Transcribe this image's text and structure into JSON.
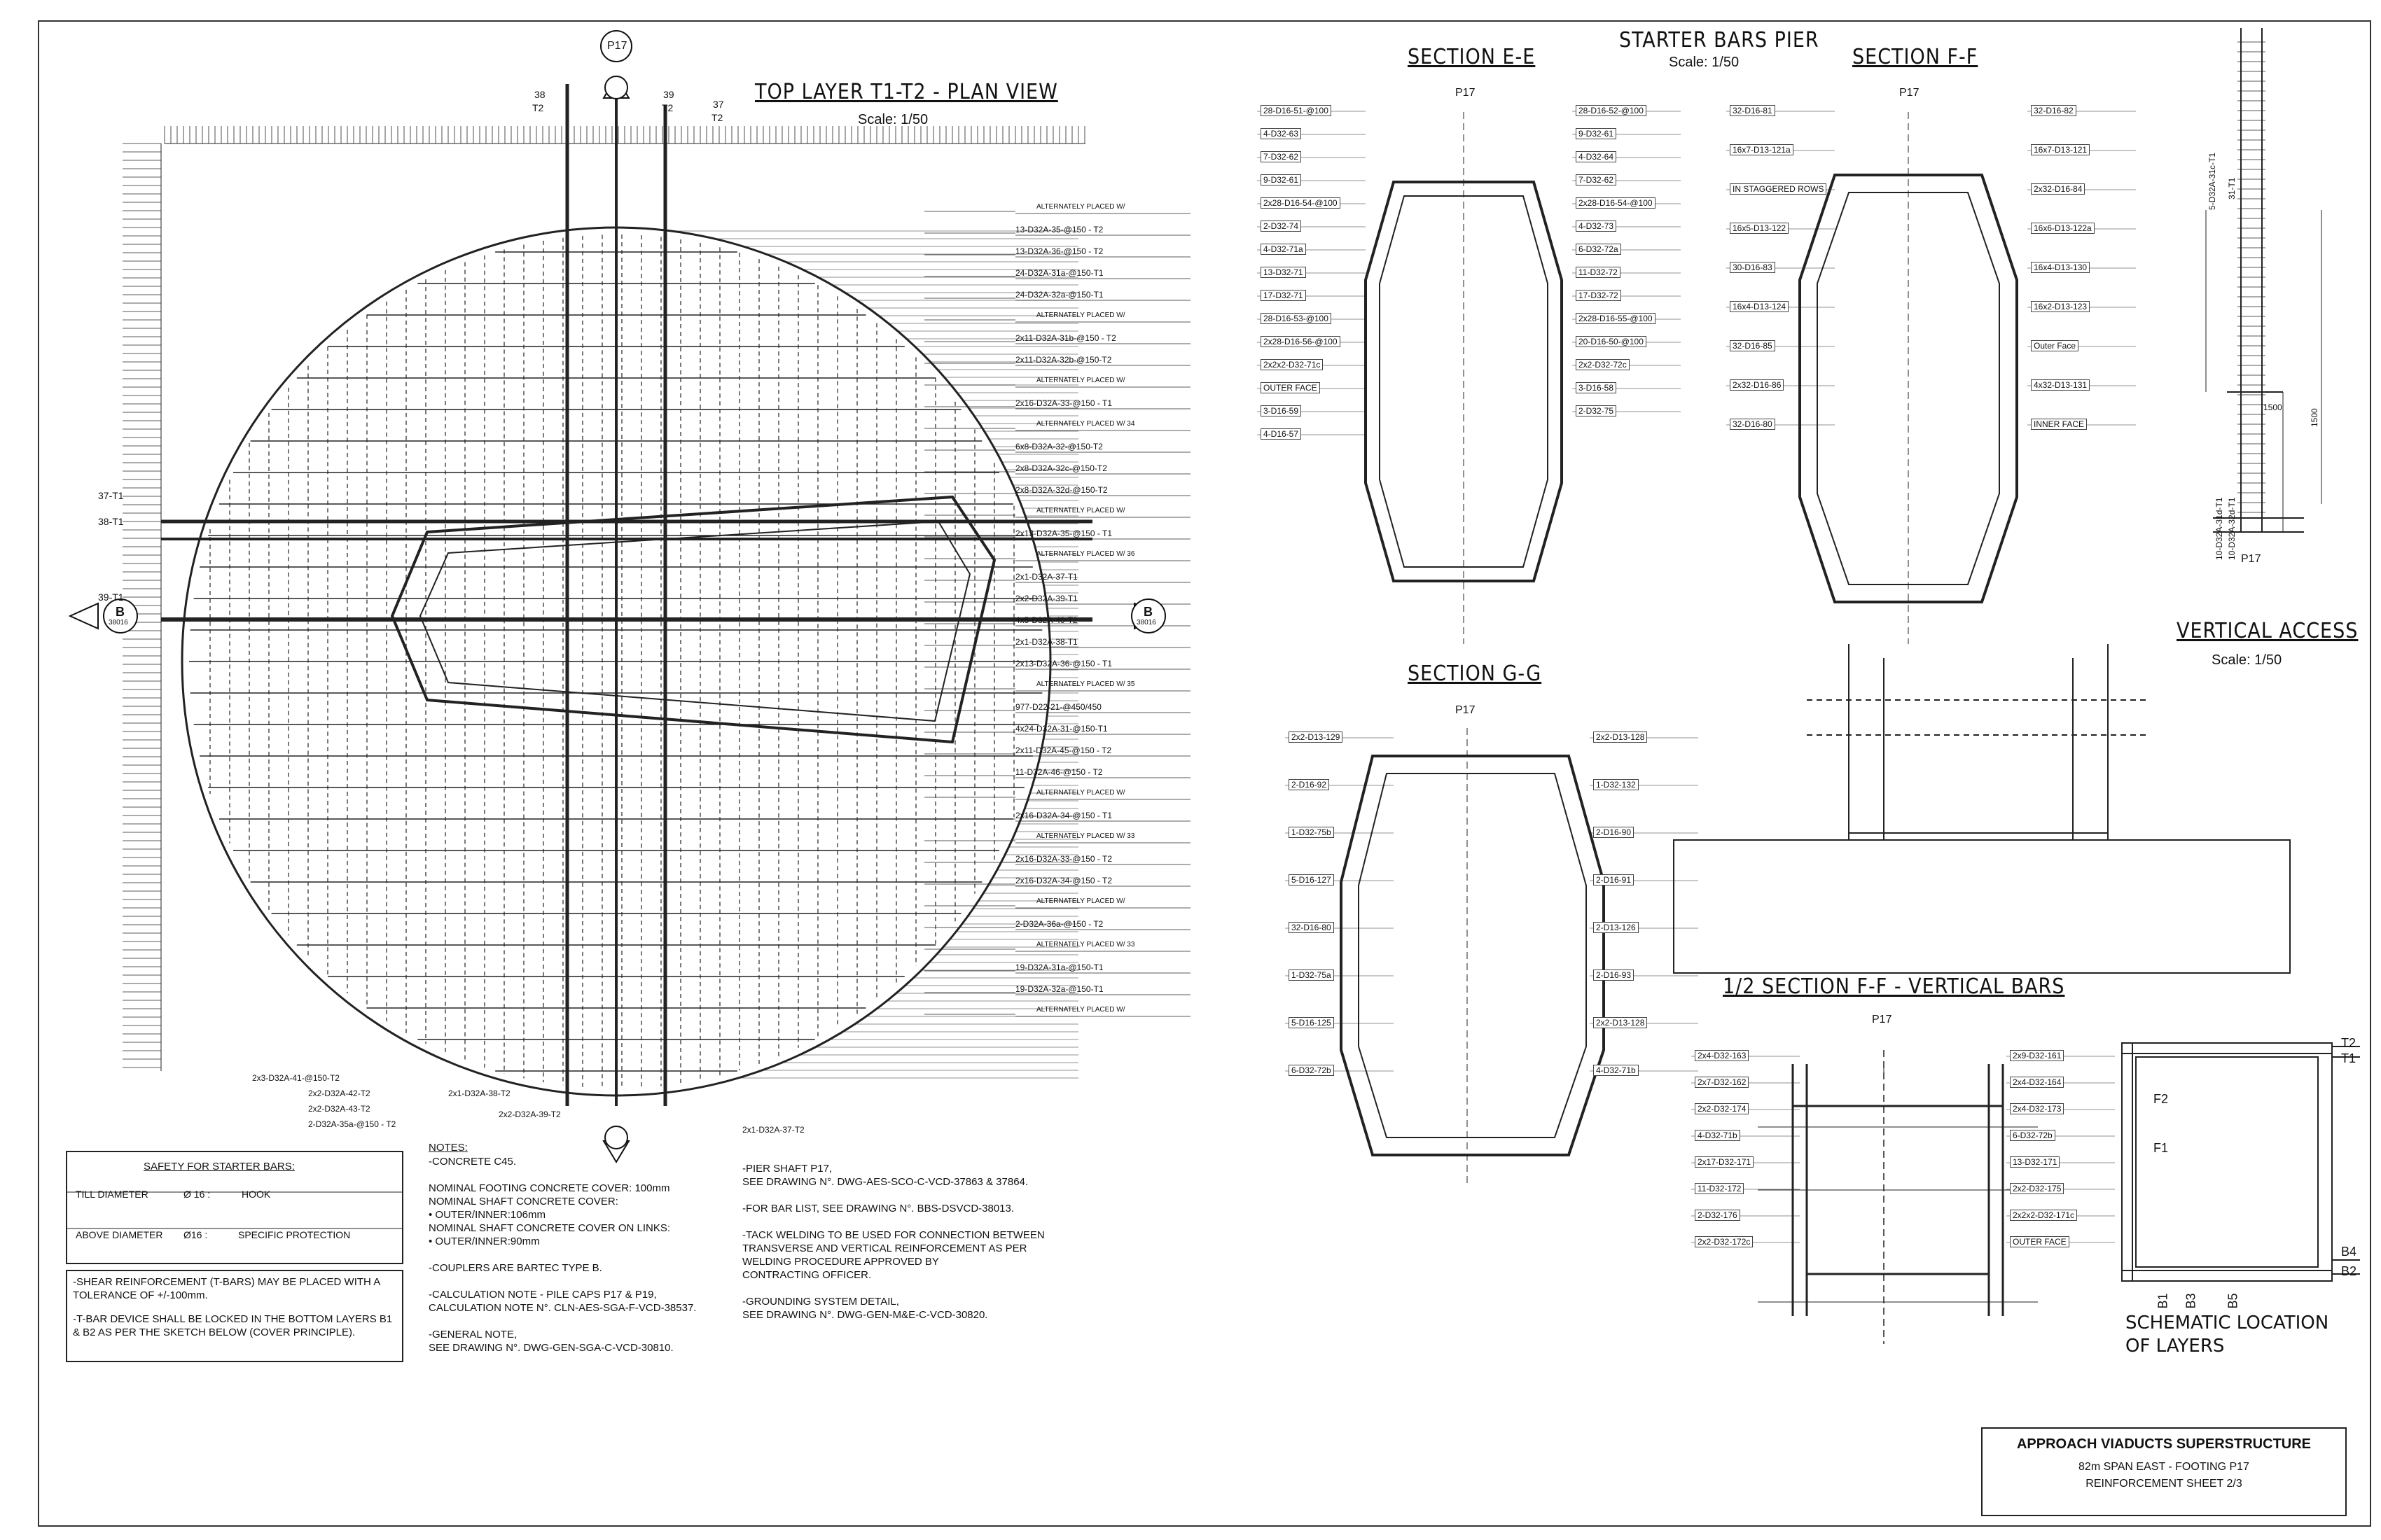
{
  "title_block": {
    "project": "APPROACH VIADUCTS SUPERSTRUCTURE",
    "line2": "82m SPAN EAST - FOOTING P17",
    "line3": "REINFORCEMENT SHEET 2/3"
  },
  "views": {
    "plan": {
      "title": "TOP LAYER T1-T2 - PLAN VIEW",
      "scale": "Scale: 1/50",
      "pier": "P17"
    },
    "starter_bars": {
      "title": "STARTER BARS PIER",
      "scale": "Scale: 1/50"
    },
    "section_ee": {
      "title": "SECTION E-E",
      "pier": "P17"
    },
    "section_ff": {
      "title": "SECTION F-F",
      "pier": "P17"
    },
    "section_gg": {
      "title": "SECTION G-G",
      "pier": "P17"
    },
    "half_section": {
      "title": "1/2 SECTION F-F - VERTICAL BARS",
      "pier": "P17"
    },
    "vertical_access": {
      "title": "VERTICAL ACCESS",
      "scale": "Scale: 1/50",
      "pier": "P17"
    },
    "schematic": {
      "title_1": "SCHEMATIC LOCATION",
      "title_2": "OF LAYERS",
      "layers": [
        "T2",
        "T1",
        "F2",
        "F1",
        "B4",
        "B2",
        "B1",
        "B3",
        "B5"
      ]
    }
  },
  "plan_labels": {
    "left": [
      "37-T1",
      "38-T1",
      "39-T1"
    ],
    "top": [
      "38",
      "T2",
      "39",
      "T2",
      "37",
      "T2"
    ],
    "section_mark": "B",
    "section_ref": "38016",
    "right_callouts": [
      "ALTERNATELY PLACED W/",
      "13-D32A-35-@150 - T2",
      "13-D32A-36-@150 - T2",
      "24-D32A-31a-@150-T1",
      "24-D32A-32a-@150-T1",
      "ALTERNATELY PLACED W/",
      "2x11-D32A-31b-@150 - T2",
      "2x11-D32A-32b-@150-T2",
      "ALTERNATELY PLACED W/",
      "2x16-D32A-33-@150 - T1",
      "ALTERNATELY PLACED W/ 34",
      "6x8-D32A-32-@150-T2",
      "2x8-D32A-32c-@150-T2",
      "2x8-D32A-32d-@150-T2",
      "ALTERNATELY PLACED W/",
      "2x13-D32A-35-@150 - T1",
      "ALTERNATELY PLACED W/ 36",
      "2x1-D32A-37-T1",
      "2x2-D32A-39-T1",
      "4x5-D32A-40-T2",
      "2x1-D32A-38-T1",
      "2x13-D32A-36-@150 - T1",
      "ALTERNATELY PLACED W/ 35",
      "977-D22-21-@450/450",
      "4x24-D32A-31-@150-T1",
      "2x11-D32A-45-@150 - T2",
      "11-D32A-46-@150 - T2",
      "ALTERNATELY PLACED W/",
      "2x16-D32A-34-@150 - T1",
      "ALTERNATELY PLACED W/ 33",
      "2x16-D32A-33-@150 - T2",
      "2x16-D32A-34-@150 - T2",
      "ALTERNATELY PLACED W/",
      "2-D32A-36a-@150 - T2",
      "ALTERNATELY PLACED W/ 33",
      "19-D32A-31a-@150-T1",
      "19-D32A-32a-@150-T1",
      "ALTERNATELY PLACED W/"
    ],
    "bottom_callouts": [
      "2x3-D32A-41-@150-T2",
      "2x2-D32A-42-T2",
      "2x2-D32A-43-T2",
      "2-D32A-35a-@150 - T2",
      "2x1-D32A-38-T2",
      "2x2-D32A-39-T2",
      "2x1-D32A-37-T2"
    ]
  },
  "safety_box": {
    "heading": "SAFETY FOR STARTER BARS:",
    "row1_left": "TILL DIAMETER",
    "row1_mid": "Ø 16 :",
    "row1_right": "HOOK",
    "row2_left": "ABOVE DIAMETER",
    "row2_mid": "Ø16 :",
    "row2_right": "SPECIFIC PROTECTION"
  },
  "tbar_box": {
    "p1": "-SHEAR REINFORCEMENT (T-BARS) MAY BE PLACED WITH A TOLERANCE OF +/-100mm.",
    "p2": "-T-BAR DEVICE SHALL BE LOCKED IN THE BOTTOM LAYERS B1 & B2 AS PER THE SKETCH BELOW (COVER PRINCIPLE)."
  },
  "notes": {
    "heading": "NOTES:",
    "col1": "-CONCRETE C45.\n\nNOMINAL FOOTING CONCRETE COVER: 100mm\nNOMINAL SHAFT CONCRETE COVER:\n•   OUTER/INNER:106mm\nNOMINAL SHAFT CONCRETE COVER ON LINKS:\n•   OUTER/INNER:90mm\n\n-COUPLERS ARE BARTEC TYPE B.\n\n-CALCULATION NOTE - PILE CAPS P17 & P19,\nCALCULATION NOTE N°. CLN-AES-SGA-F-VCD-38537.\n\n-GENERAL NOTE,\n SEE DRAWING N°. DWG-GEN-SGA-C-VCD-30810.",
    "col2": "-PIER SHAFT P17,\n SEE DRAWING N°. DWG-AES-SCO-C-VCD-37863 & 37864.\n\n-FOR BAR LIST, SEE DRAWING N°. BBS-DSVCD-38013.\n\n-TACK WELDING TO BE USED FOR CONNECTION BETWEEN\nTRANSVERSE AND VERTICAL REINFORCEMENT AS PER\nWELDING PROCEDURE APPROVED BY\nCONTRACTING OFFICER.\n\n-GROUNDING SYSTEM DETAIL,\n SEE DRAWING N°. DWG-GEN-M&E-C-VCD-30820."
  },
  "ee_labels": [
    "28-D16-51-@100",
    "28-D16-52-@100",
    "4-D32-63",
    "9-D32-61",
    "7-D32-62",
    "4-D32-64",
    "9-D32-61",
    "7-D32-62",
    "2x28-D16-54-@100",
    "2x28-D16-54-@100",
    "2-D32-74",
    "4-D32-73",
    "4-D32-71a",
    "6-D32-72a",
    "13-D32-71",
    "11-D32-72",
    "17-D32-71",
    "17-D32-72",
    "28-D16-53-@100",
    "2x28-D16-55-@100",
    "2x28-D16-56-@100",
    "20-D16-50-@100",
    "2x2x2-D32-71c",
    "2x2-D32-72c",
    "OUTER FACE",
    "3-D16-58",
    "3-D16-59",
    "2-D32-75",
    "4-D16-57"
  ],
  "ff_labels": [
    "32-D16-81",
    "32-D16-82",
    "16x7-D13-121a",
    "16x7-D13-121",
    "IN STAGGERED ROWS",
    "2x32-D16-84",
    "16x5-D13-122",
    "16x6-D13-122a",
    "30-D16-83",
    "16x4-D13-130",
    "16x4-D13-124",
    "16x2-D13-123",
    "32-D16-85",
    "Outer Face",
    "2x32-D16-86",
    "4x32-D13-131",
    "32-D16-80",
    "INNER FACE"
  ],
  "gg_labels": [
    "2x2-D13-129",
    "2x2-D13-128",
    "2-D16-92",
    "1-D32-132",
    "1-D32-75b",
    "2-D16-90",
    "5-D16-127",
    "2-D16-91",
    "32-D16-80",
    "2-D13-126",
    "1-D32-75a",
    "2-D16-93",
    "5-D16-125",
    "2x2-D13-128",
    "6-D32-72b",
    "4-D32-71b"
  ],
  "half_labels": [
    "2x4-D32-163",
    "2x9-D32-161",
    "2x7-D32-162",
    "2x4-D32-164",
    "2x2-D32-174",
    "2x4-D32-173",
    "4-D32-71b",
    "6-D32-72b",
    "2x17-D32-171",
    "13-D32-171",
    "11-D32-172",
    "2x2-D32-175",
    "2-D32-176",
    "2x2x2-D32-171c",
    "2x2-D32-172c",
    "OUTER FACE"
  ],
  "va_labels": [
    "5-D32A-31c-T1",
    "31-T1",
    "10-D32A-31d-T1",
    "10-D32A-32d-T1",
    "1500",
    "1500"
  ]
}
